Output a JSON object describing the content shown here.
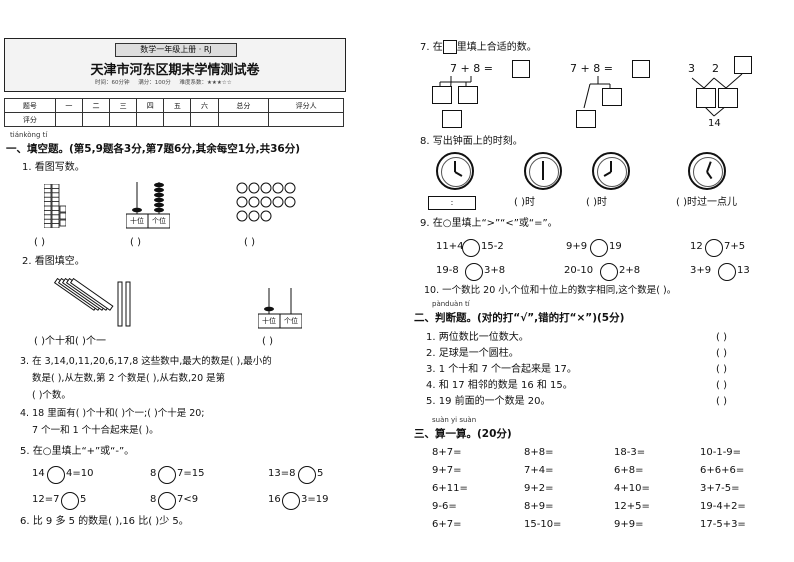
{
  "header": {
    "subject": "数学一年级上册 · RJ",
    "title": "天津市河东区期末学情测试卷",
    "meta": [
      "时间：60分钟",
      "满分：100分",
      "难度系数：★★★☆☆"
    ]
  },
  "score_table": {
    "row1": [
      "题号",
      "一",
      "二",
      "三",
      "四",
      "五",
      "六",
      "总分",
      "评分人"
    ],
    "row2": [
      "评分",
      "",
      "",
      "",
      "",
      "",
      "",
      "",
      ""
    ]
  },
  "pinyin_label": "tiánkòng tí",
  "section1": {
    "title": "一、填空题。(第5,9题各3分,第7题6分,其余每空1分,共36分)",
    "q1": "1. 看图写数。",
    "q1_answers": [
      "(          )",
      "(          )",
      "(          )"
    ],
    "abacus_labels": [
      "十位",
      "个位"
    ],
    "q2": "2. 看图填空。",
    "q2_line": [
      "(          )个十和(          )个一",
      "(          )"
    ],
    "q3_line1": "3. 在 3,14,0,11,20,6,17,8 这些数中,最大的数是(          ),最小的",
    "q3_line2": "数是(          ),从左数,第 2 个数是(          ),从右数,20 是第",
    "q3_line3": "(          )个数。",
    "q4_line1": "4. 18 里面有(          )个十和(          )个一;(          )个十是 20;",
    "q4_line2": "7 个一和 1 个十合起来是(          )。",
    "q5": "5. 在○里填上“+”或“-”。",
    "q5_items": [
      {
        "left": "14",
        "right": "4=10"
      },
      {
        "left": "8",
        "right": "7=15"
      },
      {
        "left": "13=8",
        "right": "5"
      },
      {
        "left": "12=7",
        "right": "5"
      },
      {
        "left": "8",
        "right": "7<9"
      },
      {
        "left": "16",
        "right": "3=19"
      }
    ],
    "q6": "6. 比 9 多 5 的数是(          ),16 比(          )少 5。"
  },
  "right": {
    "q7": "7. 在□里填上合适的数。",
    "q7_items": [
      {
        "expr": "7  +  8  ="
      },
      {
        "expr": "7  +  8  ="
      },
      {
        "a": "3",
        "b": "2",
        "sum": "14"
      }
    ],
    "q8": "8. 写出钟面上的时刻。",
    "q8_answers": [
      "(          )时",
      "(          )时",
      "(          )时过一点儿"
    ],
    "q9": "9. 在○里填上“>”“<”或“=”。",
    "q9_items": [
      {
        "left": "11+4",
        "right": "15-2"
      },
      {
        "left": "9+9",
        "right": "19"
      },
      {
        "left": "12",
        "right": "7+5"
      },
      {
        "left": "19-8",
        "right": "3+8"
      },
      {
        "left": "20-10",
        "right": "2+8"
      },
      {
        "left": "3+9",
        "right": "13"
      }
    ],
    "q10": "10. 一个数比 20 小,个位和十位上的数字相同,这个数是(          )。",
    "s2_pinyin": "pànduàn tí",
    "s2_title": "二、判断题。(对的打“√”,错的打“×”)(5分)",
    "s2_items": [
      "1. 两位数比一位数大。",
      "2. 足球是一个圆柱。",
      "3. 1 个十和 7 个一合起来是 17。",
      "4. 和 17 相邻的数是 16 和 15。",
      "5. 19 前面的一个数是 20。"
    ],
    "s2_paren": "(          )",
    "s3_pinyin": "suàn yi suàn",
    "s3_title": "三、算一算。(20分)",
    "s3_grid": [
      [
        "8+7=",
        "8+8=",
        "18-3=",
        "10-1-9="
      ],
      [
        "9+7=",
        "7+4=",
        "6+8=",
        "6+6+6="
      ],
      [
        "6+11=",
        "9+2=",
        "4+10=",
        "3+7-5="
      ],
      [
        "9-6=",
        "8+9=",
        "12+5=",
        "19-4+2="
      ],
      [
        "6+7=",
        "15-10=",
        "9+9=",
        "17-5+3="
      ]
    ]
  }
}
